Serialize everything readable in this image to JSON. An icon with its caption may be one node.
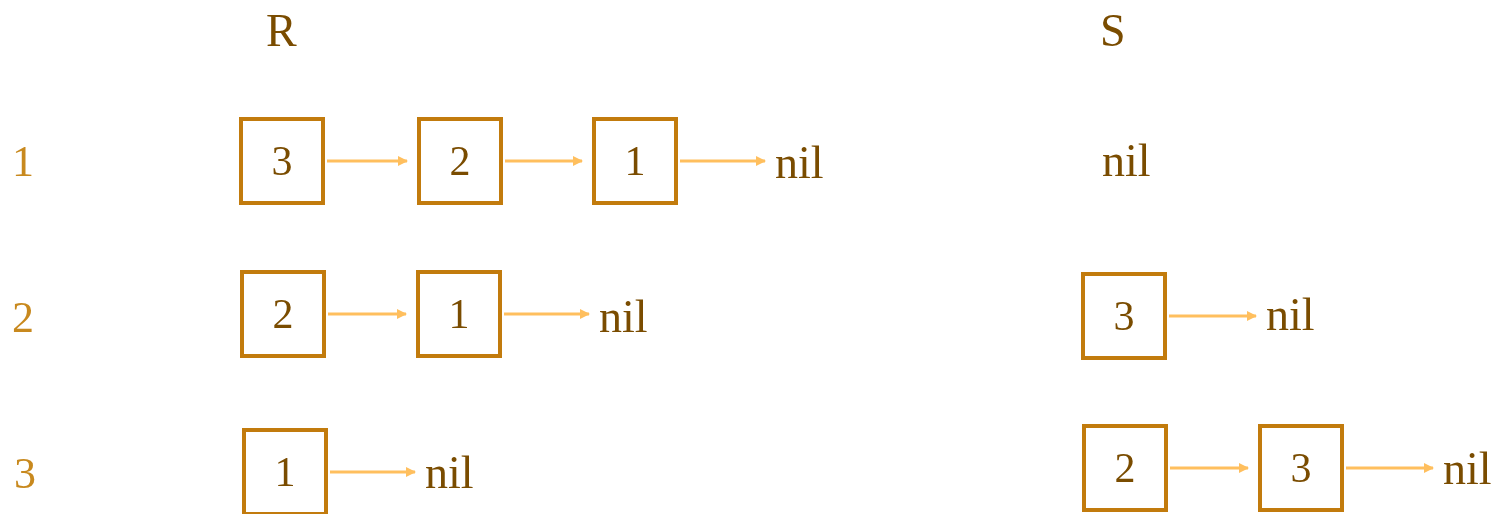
{
  "diagram": {
    "nodes": [
      {
        "text": [
          "3"
        ]
      },
      {
        "text": [
          "2"
        ]
      },
      {
        "text": [
          "1"
        ]
      },
      {
        "text": [
          "nil"
        ]
      },
      {
        "text": [
          "2"
        ]
      },
      {
        "text": [
          "1"
        ]
      },
      {
        "text": [
          "nil"
        ]
      },
      {
        "text": [
          "3"
        ]
      },
      {
        "text": [
          "nil"
        ]
      },
      {
        "text": [
          "1"
        ]
      },
      {
        "text": [
          "nil"
        ]
      },
      {
        "text": [
          "2"
        ]
      },
      {
        "text": [
          "3"
        ]
      },
      {
        "text": [
          "nil"
        ]
      }
    ],
    "edges": [
      {
        "from": 0,
        "to": 1,
        "arrow": "to"
      },
      {
        "from": 1,
        "to": 2,
        "arrow": "to"
      },
      {
        "from": 2,
        "to": 3,
        "arrow": "to"
      },
      {
        "from": 4,
        "to": 5,
        "arrow": "to"
      },
      {
        "from": 5,
        "to": 6,
        "arrow": "to"
      },
      {
        "from": 7,
        "to": 8,
        "arrow": "to"
      },
      {
        "from": 9,
        "to": 10,
        "arrow": "to"
      },
      {
        "from": 11,
        "to": 12,
        "arrow": "to"
      },
      {
        "from": 12,
        "to": 13,
        "arrow": "to"
      }
    ],
    "labels": [
      "R",
      "S",
      "1",
      "nil",
      "2",
      "3"
    ]
  }
}
